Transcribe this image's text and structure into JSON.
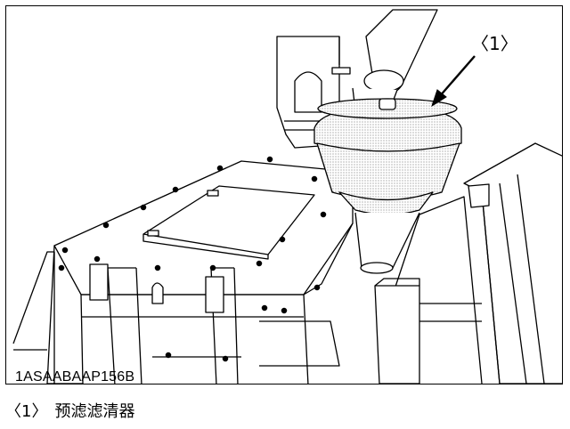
{
  "figure": {
    "figure_code": "1ASAABAAP156B",
    "callout_label": "〈1〉"
  },
  "caption": {
    "number": "〈1〉",
    "text": "预滤滤清器"
  }
}
